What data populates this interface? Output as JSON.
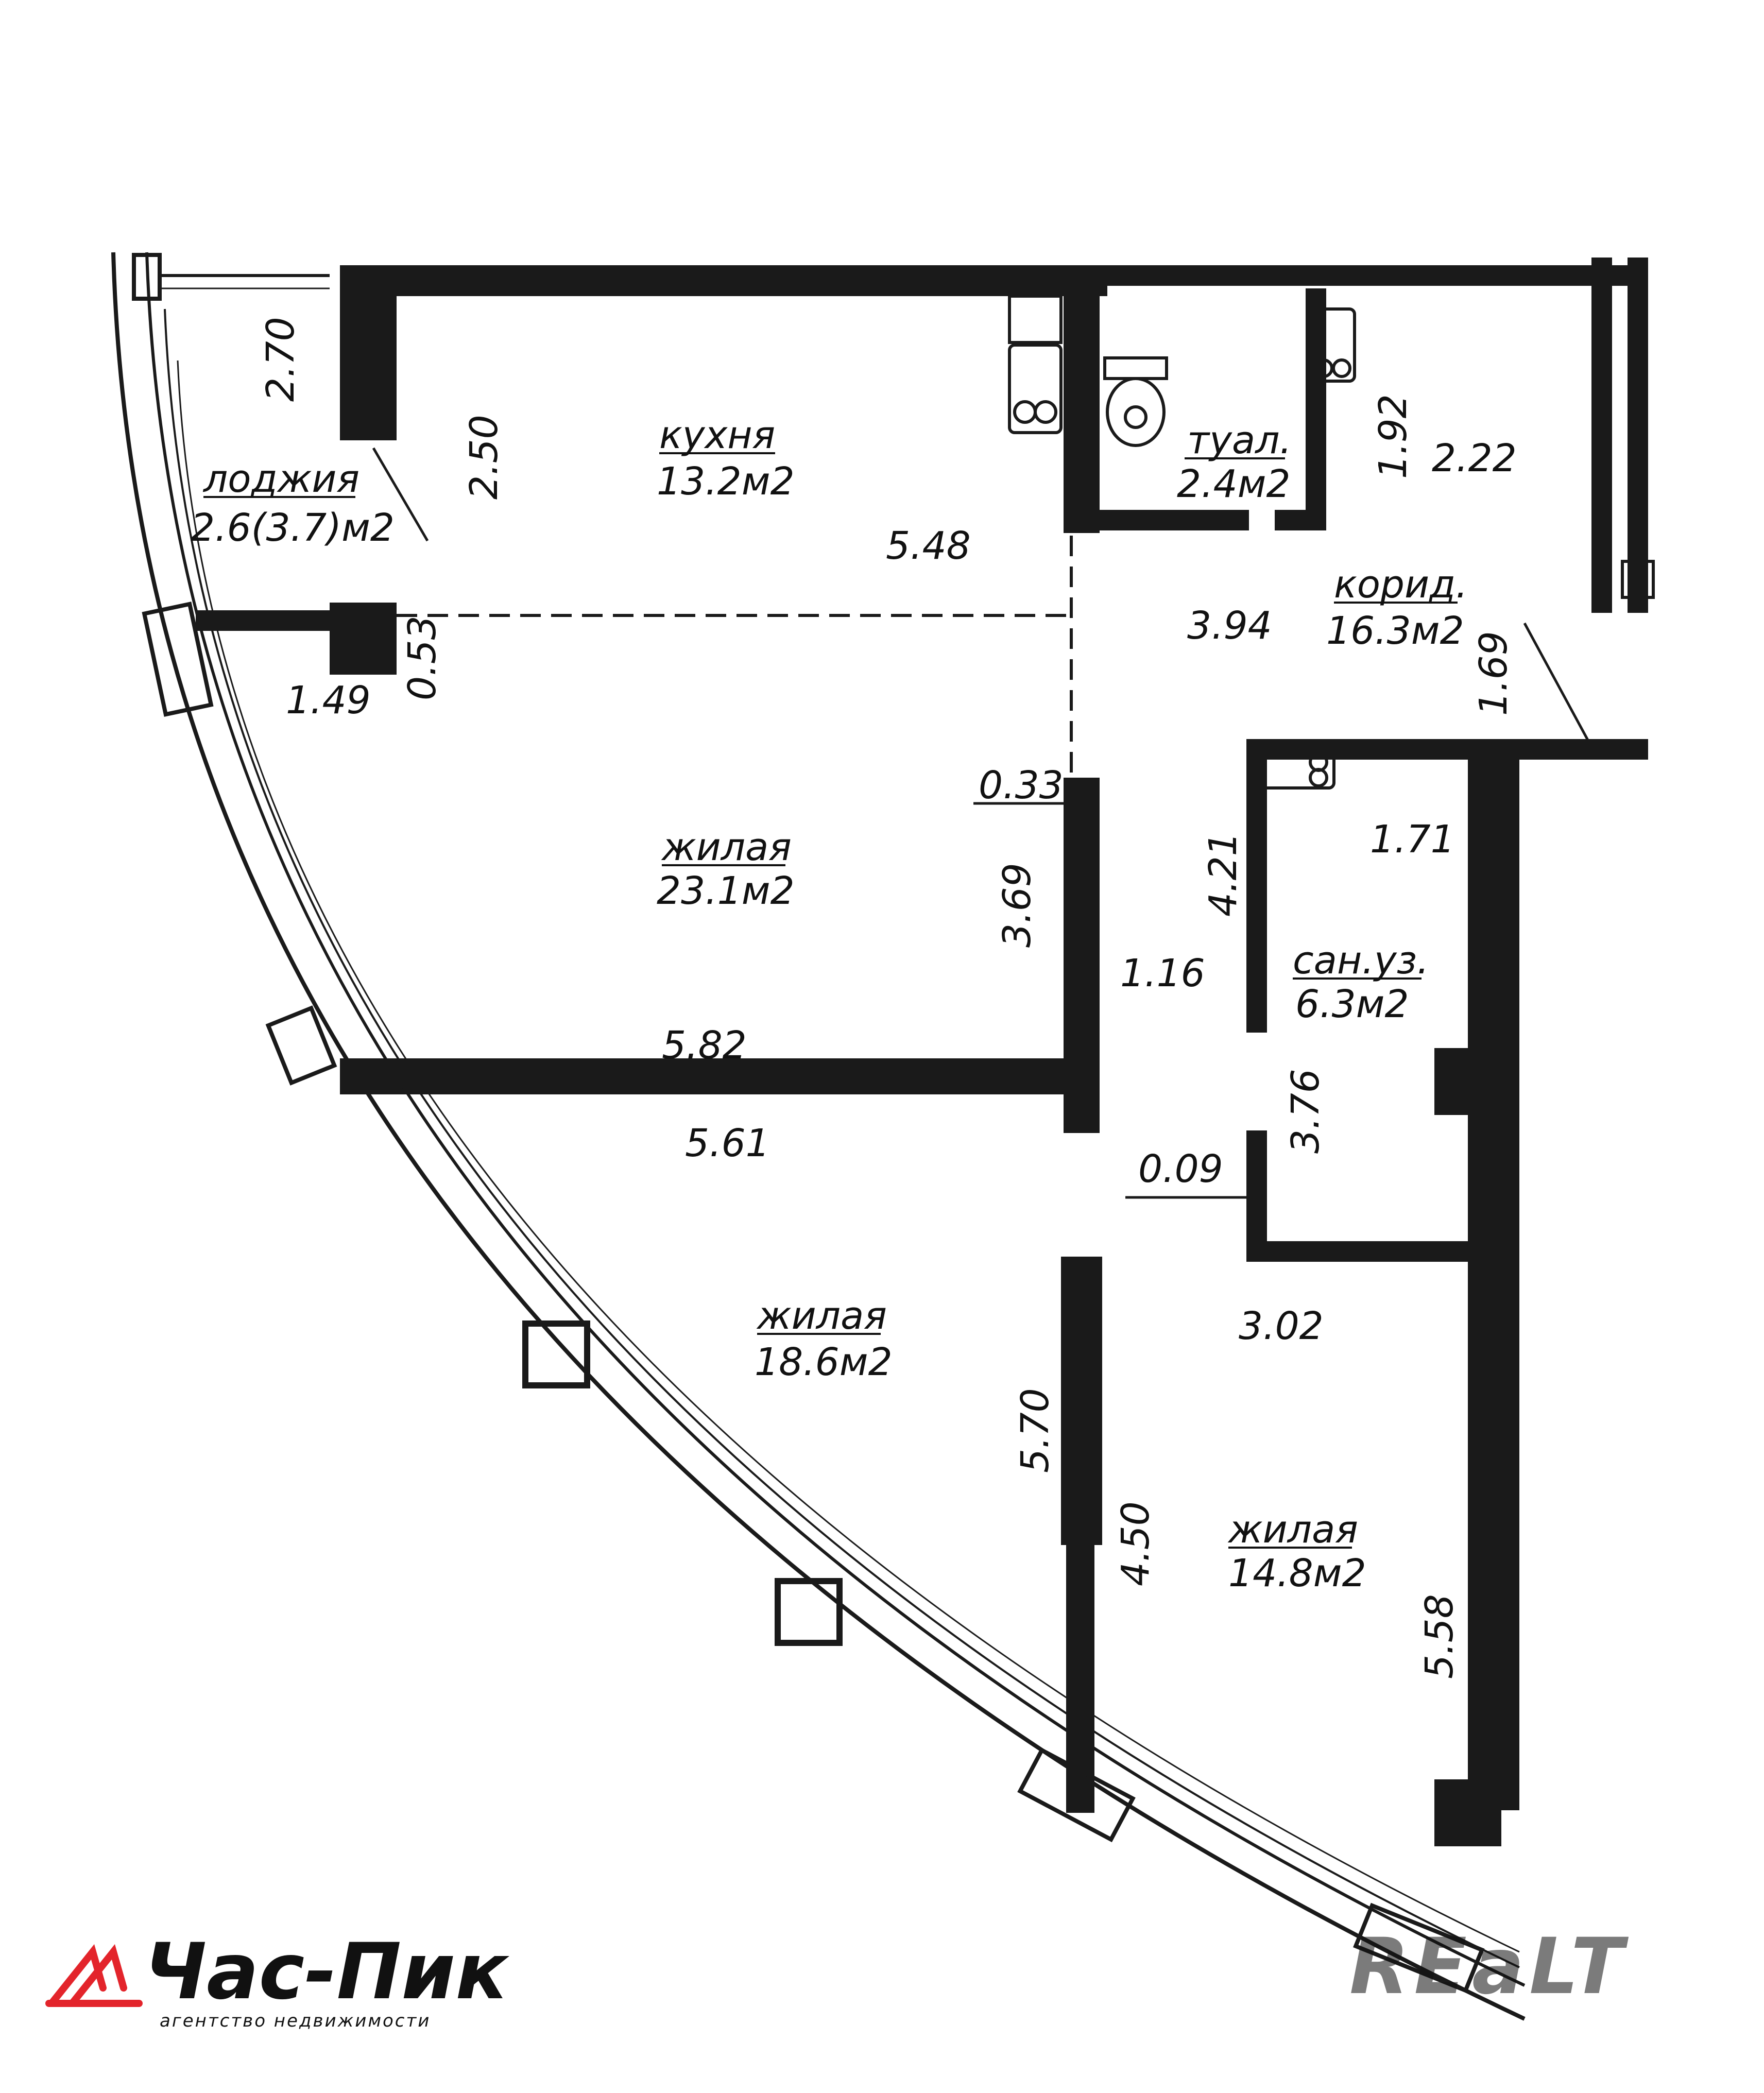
{
  "rooms": {
    "loggia": {
      "name": "лоджия",
      "area": "2.6(3.7)м2"
    },
    "kitchen": {
      "name": "кухня",
      "area": "13.2м2"
    },
    "toilet": {
      "name": "туал.",
      "area": "2.4м2"
    },
    "corridor": {
      "name": "корид.",
      "area": "16.3м2"
    },
    "living1": {
      "name": "жилая",
      "area": "23.1м2"
    },
    "bathroom": {
      "name": "сан.уз.",
      "area": "6.3м2"
    },
    "living2": {
      "name": "жилая",
      "area": "18.6м2"
    },
    "living3": {
      "name": "жилая",
      "area": "14.8м2"
    }
  },
  "dimensions": {
    "d270": "2.70",
    "d250": "2.50",
    "d548": "5.48",
    "d192": "1.92",
    "d222": "2.22",
    "d394": "3.94",
    "d053": "0.53",
    "d149": "1.49",
    "d169": "1.69",
    "d033": "0.33",
    "d171": "1.71",
    "d421": "4.21",
    "d369": "3.69",
    "d116": "1.16",
    "d582": "5.82",
    "d561": "5.61",
    "d376": "3.76",
    "d009": "0.09",
    "d302": "3.02",
    "d570": "5.70",
    "d450": "4.50",
    "d558": "5.58"
  },
  "logo": {
    "name": "Час-Пик",
    "tagline": "агентство недвижимости",
    "color": "#e3242b"
  },
  "watermark": "REaLT"
}
